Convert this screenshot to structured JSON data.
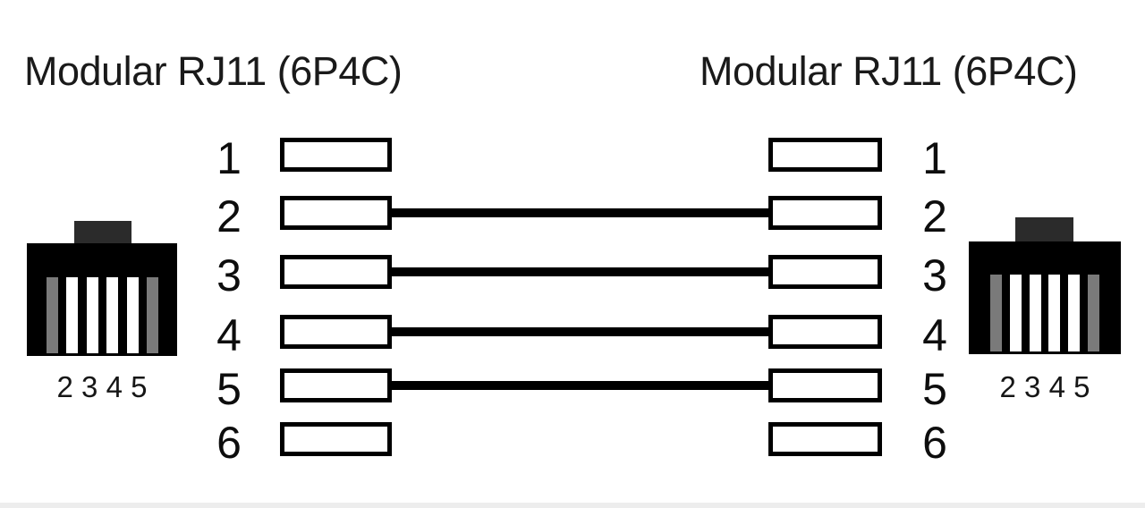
{
  "titles": {
    "left": "Modular RJ11 (6P4C)",
    "right": "Modular RJ11 (6P4C)"
  },
  "pinout": {
    "pins": [
      {
        "number": "1",
        "connected": false
      },
      {
        "number": "2",
        "connected": true
      },
      {
        "number": "3",
        "connected": true
      },
      {
        "number": "4",
        "connected": true
      },
      {
        "number": "5",
        "connected": true
      },
      {
        "number": "6",
        "connected": false
      }
    ]
  },
  "left_connector": {
    "label": "2 3 4 5",
    "slots": [
      "gray",
      "white",
      "white",
      "white",
      "white",
      "gray"
    ]
  },
  "right_connector": {
    "label": "2 3 4 5",
    "slots": [
      "gray",
      "white",
      "white",
      "white",
      "white",
      "gray"
    ]
  },
  "colors": {
    "background": "#ffffff",
    "line": "#000000",
    "text": "#1a1a1a",
    "connector_body": "#000000",
    "connector_tab": "#2b2b2b",
    "slot_gray": "#7a7a7a",
    "slot_white": "#ffffff",
    "bottom_edge": "#ededed"
  }
}
